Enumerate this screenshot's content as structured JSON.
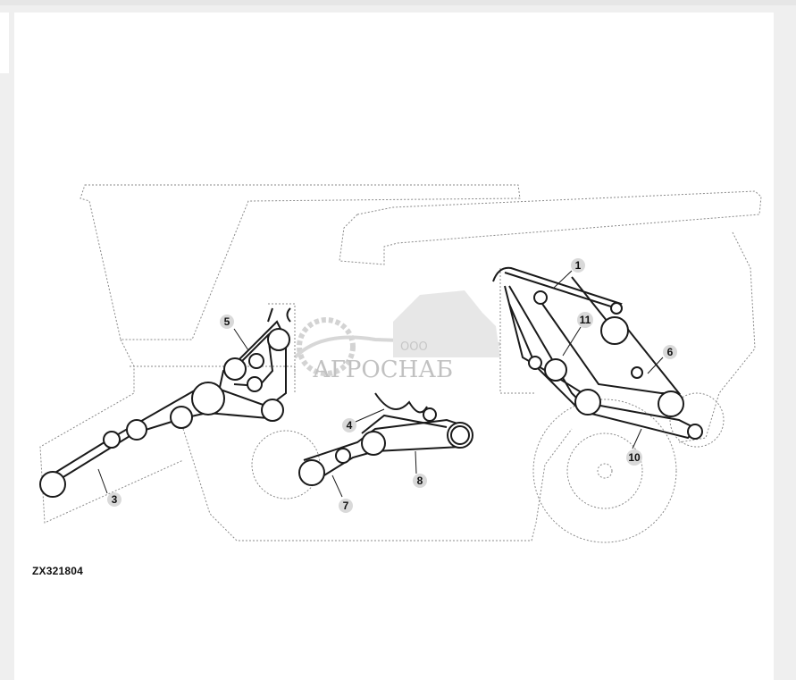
{
  "figure": {
    "code": "ZX321804"
  },
  "callouts": [
    {
      "id": "1",
      "label": "1"
    },
    {
      "id": "3",
      "label": "3"
    },
    {
      "id": "4",
      "label": "4"
    },
    {
      "id": "5",
      "label": "5"
    },
    {
      "id": "6",
      "label": "6"
    },
    {
      "id": "7",
      "label": "7"
    },
    {
      "id": "8",
      "label": "8"
    },
    {
      "id": "10",
      "label": "10"
    },
    {
      "id": "11",
      "label": "11"
    }
  ],
  "watermark": {
    "small_text": "ООО",
    "brand_text": "АГРОСНАБ"
  },
  "colors": {
    "page_bg": "#efefef",
    "sheet_bg": "#ffffff",
    "line": "#1a1a1a",
    "outline": "#8a8a8a",
    "watermark": "#9a9a9a"
  }
}
